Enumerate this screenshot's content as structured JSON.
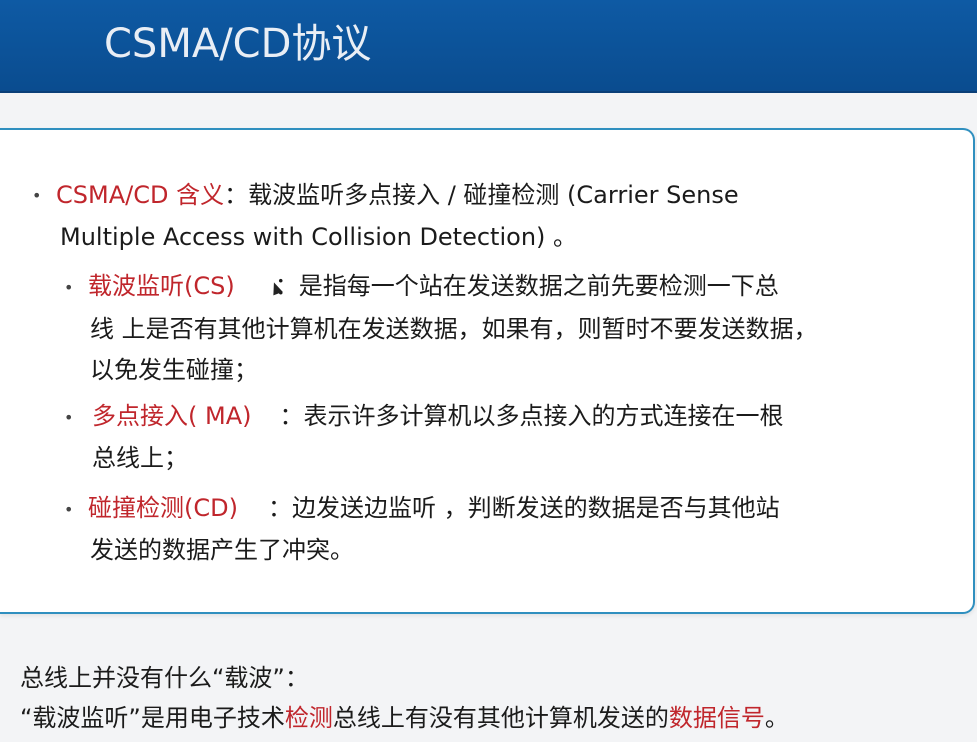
{
  "slide": {
    "title": "CSMA/CD协议"
  },
  "main": {
    "definition": {
      "term": "CSMA/CD 含义",
      "colon": "：",
      "line1_rest": "载波监听多点接入 / 碰撞检测  (Carrier Sense",
      "line2": "Multiple Access with Collision Detection) 。"
    },
    "items": [
      {
        "term": "载波监听(CS)",
        "desc_line1": "：是指每一个站在发送数据之前先要检测一下总",
        "desc_line2": "线 上是否有其他计算机在发送数据，如果有，则暂时不要发送数据，",
        "desc_line3": "以免发生碰撞；"
      },
      {
        "term": "多点接入( MA)",
        "desc_line1": "：表示许多计算机以多点接入的方式连接在一根",
        "desc_line2": "总线上；"
      },
      {
        "term": "碰撞检测(CD)",
        "desc_line1": "：边发送边监听 ，判断发送的数据是否与其他站",
        "desc_line2": "发送的数据产生了冲突。"
      }
    ]
  },
  "notes": {
    "line1": "总线上并没有什么“载波”：",
    "line2_a": "“载波监听”是用电子技术",
    "line2_b": "检测",
    "line2_c": "总线上有没有其他计算机发送的",
    "line2_d": "数据信号",
    "line2_e": "。"
  },
  "colors": {
    "header": "#0e5aa4",
    "accent_red": "#c0262c",
    "card_border": "#2f8fbf"
  }
}
